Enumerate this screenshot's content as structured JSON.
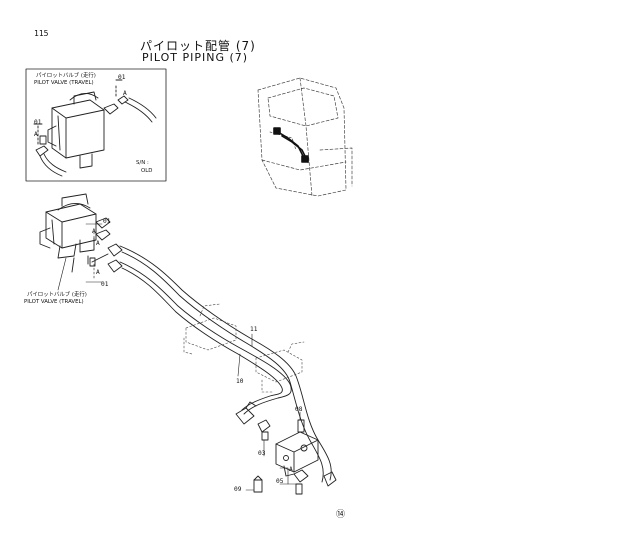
{
  "page_number": "115",
  "title_japanese": "パイロット配管 (7)",
  "title_english": "PILOT PIPING (7)",
  "inset": {
    "label_jp": "パイロットバルブ (走行)",
    "label_en": "PILOT VALVE (TRAVEL)",
    "callout_01_top": "01",
    "callout_01_left": "01",
    "letter_a_1": "A",
    "letter_a_2": "A",
    "sn_label": "S/N :",
    "sn_value": "OLD"
  },
  "main": {
    "label_jp": "パイロットバルブ (走行)",
    "label_en": "PILOT VALVE (TRAVEL)",
    "callout_01_top": "01",
    "callout_01_bottom": "01",
    "letter_a_1": "A",
    "letter_a_2": "A",
    "letter_a_3": "A",
    "letter_a_4": "A",
    "callout_11": "11",
    "callout_10": "10",
    "callout_08": "08",
    "callout_03": "03",
    "callout_05": "05",
    "callout_09": "09"
  },
  "footer_mark": "⑭"
}
